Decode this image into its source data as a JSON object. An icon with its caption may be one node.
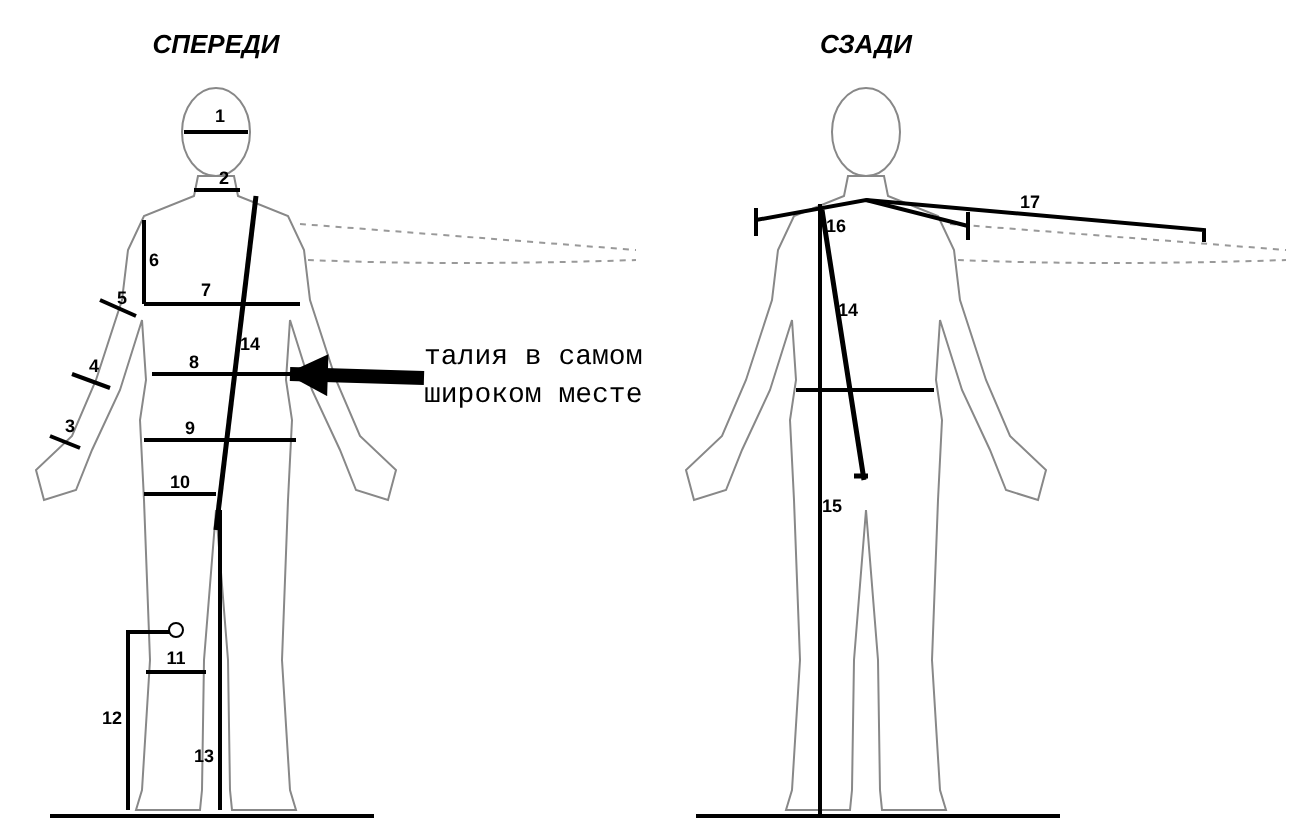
{
  "diagram": {
    "nodes": [
      {
        "text": [
          "талия в самом широком месте"
        ]
      },
      {
        "text": [],
        "shape": "bar"
      }
    ],
    "edges": [
      {
        "from": 0,
        "to": 1,
        "arrow": "to"
      }
    ],
    "labels": [
      "СПЕРЕДИ",
      "СЗАДИ",
      "1",
      "2",
      "6",
      "5",
      "7",
      "14",
      "4",
      "8",
      "3",
      "9",
      "10",
      "11",
      "12",
      "13",
      "17",
      "16",
      "14",
      "15"
    ]
  }
}
